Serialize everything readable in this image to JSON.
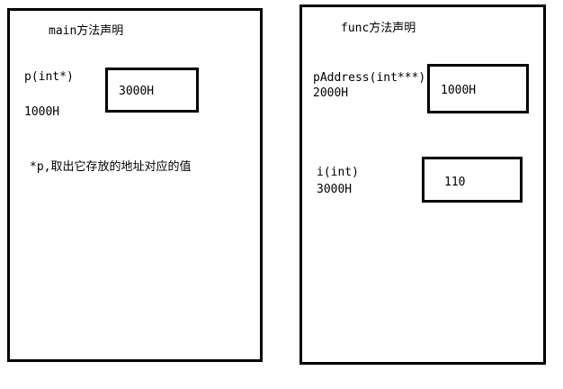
{
  "main_panel": {
    "title": "main方法声明",
    "var_label": "p(int*)",
    "var_address": "1000H",
    "cell_value": "3000H",
    "note": "*p,取出它存放的地址对应的值"
  },
  "func_panel": {
    "title": "func方法声明",
    "pointer_label": "pAddress(int***)",
    "pointer_address": "2000H",
    "pointer_cell_value": "1000H",
    "int_label": "i(int)",
    "int_address": "3000H",
    "int_cell_value": "110"
  }
}
